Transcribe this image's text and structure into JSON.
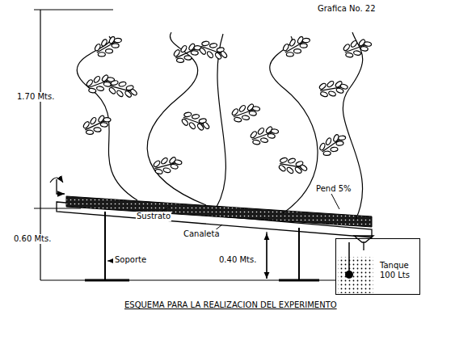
{
  "diagram": {
    "caption": "ESQUEMA PARA LA REALIZACION DEL EXPERIMENTO",
    "nodes": [
      {
        "text": [
          "Tanque 100 Lts"
        ]
      }
    ],
    "labels": [
      "Grafica No. 22",
      "1.70 Mts.",
      "Pend 5%",
      "Sustrato",
      "Canaleta",
      "Soporte",
      "0.60 Mts.",
      "0.40 Mts."
    ]
  }
}
